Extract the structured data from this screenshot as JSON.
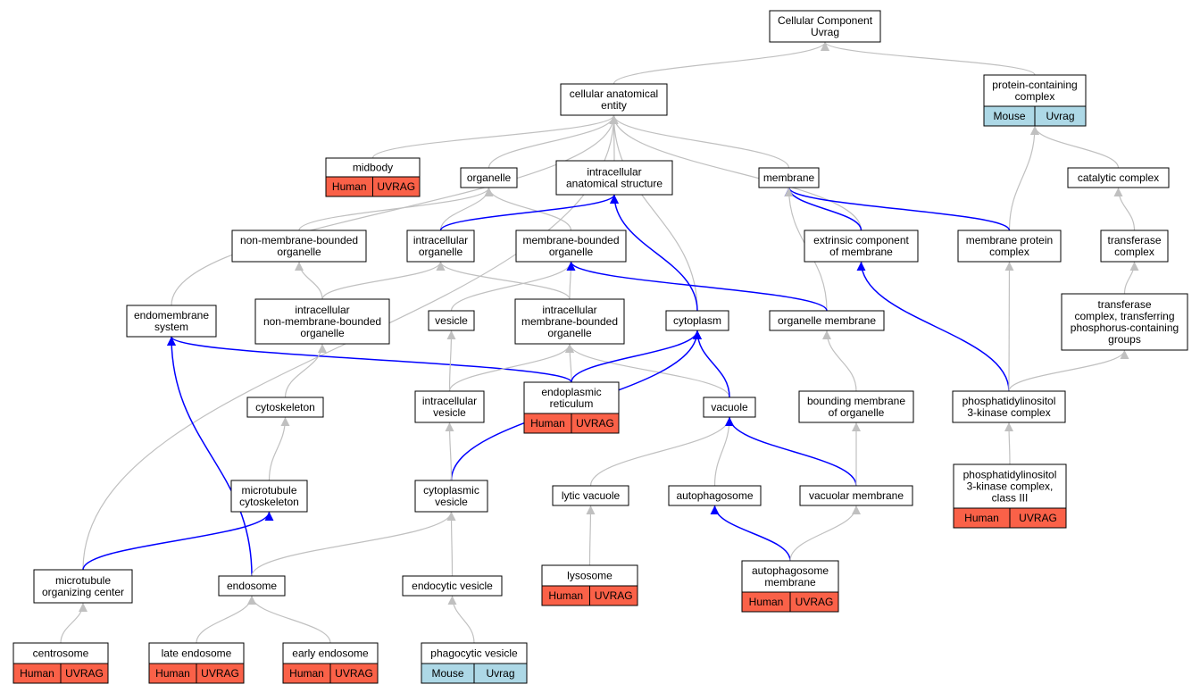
{
  "colors": {
    "human": "#fa6148",
    "mouse": "#add8e6",
    "edge_gray": "#c0c0c0",
    "edge_blue": "#0000ff"
  },
  "nodes": [
    {
      "id": "cellular_component",
      "lines": [
        "Cellular Component",
        "Uvrag"
      ]
    },
    {
      "id": "cellular_anatomical_entity",
      "lines": [
        "cellular anatomical",
        "entity"
      ]
    },
    {
      "id": "protein_containing_complex",
      "lines": [
        "protein-containing",
        "complex"
      ],
      "annotations": [
        "Mouse",
        "Uvrag"
      ]
    },
    {
      "id": "midbody",
      "lines": [
        "midbody"
      ],
      "annotations": [
        "Human",
        "UVRAG"
      ]
    },
    {
      "id": "organelle",
      "lines": [
        "organelle"
      ]
    },
    {
      "id": "intracellular_anatomical_structure",
      "lines": [
        "intracellular",
        "anatomical structure"
      ]
    },
    {
      "id": "membrane",
      "lines": [
        "membrane"
      ]
    },
    {
      "id": "catalytic_complex",
      "lines": [
        "catalytic complex"
      ]
    },
    {
      "id": "non_membrane_bounded_organelle",
      "lines": [
        "non-membrane-bounded",
        "organelle"
      ]
    },
    {
      "id": "intracellular_organelle",
      "lines": [
        "intracellular",
        "organelle"
      ]
    },
    {
      "id": "membrane_bounded_organelle",
      "lines": [
        "membrane-bounded",
        "organelle"
      ]
    },
    {
      "id": "extrinsic_component_of_membrane",
      "lines": [
        "extrinsic component",
        "of membrane"
      ]
    },
    {
      "id": "membrane_protein_complex",
      "lines": [
        "membrane protein",
        "complex"
      ]
    },
    {
      "id": "transferase_complex",
      "lines": [
        "transferase",
        "complex"
      ]
    },
    {
      "id": "endomembrane_system",
      "lines": [
        "endomembrane",
        "system"
      ]
    },
    {
      "id": "intracellular_non_membrane_bounded_organelle",
      "lines": [
        "intracellular",
        "non-membrane-bounded",
        "organelle"
      ]
    },
    {
      "id": "vesicle",
      "lines": [
        "vesicle"
      ]
    },
    {
      "id": "intracellular_membrane_bounded_organelle",
      "lines": [
        "intracellular",
        "membrane-bounded",
        "organelle"
      ]
    },
    {
      "id": "cytoplasm",
      "lines": [
        "cytoplasm"
      ]
    },
    {
      "id": "organelle_membrane",
      "lines": [
        "organelle membrane"
      ]
    },
    {
      "id": "transferase_complex_phosphorus",
      "lines": [
        "transferase",
        "complex, transferring",
        "phosphorus-containing",
        "groups"
      ]
    },
    {
      "id": "cytoskeleton",
      "lines": [
        "cytoskeleton"
      ]
    },
    {
      "id": "intracellular_vesicle",
      "lines": [
        "intracellular",
        "vesicle"
      ]
    },
    {
      "id": "endoplasmic_reticulum",
      "lines": [
        "endoplasmic",
        "reticulum"
      ],
      "annotations": [
        "Human",
        "UVRAG"
      ]
    },
    {
      "id": "vacuole",
      "lines": [
        "vacuole"
      ]
    },
    {
      "id": "bounding_membrane_of_organelle",
      "lines": [
        "bounding membrane",
        "of organelle"
      ]
    },
    {
      "id": "pi3k_complex",
      "lines": [
        "phosphatidylinositol",
        "3-kinase complex"
      ]
    },
    {
      "id": "microtubule_cytoskeleton",
      "lines": [
        "microtubule",
        "cytoskeleton"
      ]
    },
    {
      "id": "cytoplasmic_vesicle",
      "lines": [
        "cytoplasmic",
        "vesicle"
      ]
    },
    {
      "id": "lytic_vacuole",
      "lines": [
        "lytic vacuole"
      ]
    },
    {
      "id": "autophagosome",
      "lines": [
        "autophagosome"
      ]
    },
    {
      "id": "vacuolar_membrane",
      "lines": [
        "vacuolar membrane"
      ]
    },
    {
      "id": "pi3k_complex_class_iii",
      "lines": [
        "phosphatidylinositol",
        "3-kinase complex,",
        "class III"
      ],
      "annotations": [
        "Human",
        "UVRAG"
      ]
    },
    {
      "id": "lysosome",
      "lines": [
        "lysosome"
      ],
      "annotations": [
        "Human",
        "UVRAG"
      ]
    },
    {
      "id": "microtubule_organizing_center",
      "lines": [
        "microtubule",
        "organizing center"
      ]
    },
    {
      "id": "endosome",
      "lines": [
        "endosome"
      ]
    },
    {
      "id": "endocytic_vesicle",
      "lines": [
        "endocytic vesicle"
      ]
    },
    {
      "id": "autophagosome_membrane",
      "lines": [
        "autophagosome",
        "membrane"
      ],
      "annotations": [
        "Human",
        "UVRAG"
      ]
    },
    {
      "id": "centrosome",
      "lines": [
        "centrosome"
      ],
      "annotations": [
        "Human",
        "UVRAG"
      ]
    },
    {
      "id": "late_endosome",
      "lines": [
        "late endosome"
      ],
      "annotations": [
        "Human",
        "UVRAG"
      ]
    },
    {
      "id": "early_endosome",
      "lines": [
        "early endosome"
      ],
      "annotations": [
        "Human",
        "UVRAG"
      ]
    },
    {
      "id": "phagocytic_vesicle",
      "lines": [
        "phagocytic vesicle"
      ],
      "annotations": [
        "Mouse",
        "Uvrag"
      ]
    }
  ],
  "edges": [
    {
      "from": "cellular_anatomical_entity",
      "to": "cellular_component",
      "color": "gray"
    },
    {
      "from": "protein_containing_complex",
      "to": "cellular_component",
      "color": "gray"
    },
    {
      "from": "midbody",
      "to": "cellular_anatomical_entity",
      "color": "gray"
    },
    {
      "from": "organelle",
      "to": "cellular_anatomical_entity",
      "color": "gray"
    },
    {
      "from": "intracellular_anatomical_structure",
      "to": "cellular_anatomical_entity",
      "color": "gray"
    },
    {
      "from": "membrane",
      "to": "cellular_anatomical_entity",
      "color": "gray"
    },
    {
      "from": "endomembrane_system",
      "to": "cellular_anatomical_entity",
      "color": "gray"
    },
    {
      "from": "microtubule_organizing_center",
      "to": "cellular_anatomical_entity",
      "color": "gray"
    },
    {
      "from": "cytoplasm",
      "to": "cellular_anatomical_entity",
      "color": "gray"
    },
    {
      "from": "extrinsic_component_of_membrane",
      "to": "cellular_anatomical_entity",
      "color": "gray"
    },
    {
      "from": "catalytic_complex",
      "to": "protein_containing_complex",
      "color": "gray"
    },
    {
      "from": "membrane_protein_complex",
      "to": "protein_containing_complex",
      "color": "gray"
    },
    {
      "from": "non_membrane_bounded_organelle",
      "to": "organelle",
      "color": "gray"
    },
    {
      "from": "intracellular_organelle",
      "to": "organelle",
      "color": "gray"
    },
    {
      "from": "membrane_bounded_organelle",
      "to": "organelle",
      "color": "gray"
    },
    {
      "from": "intracellular_organelle",
      "to": "intracellular_anatomical_structure",
      "color": "blue"
    },
    {
      "from": "cytoplasm",
      "to": "intracellular_anatomical_structure",
      "color": "blue"
    },
    {
      "from": "extrinsic_component_of_membrane",
      "to": "membrane",
      "color": "blue"
    },
    {
      "from": "membrane_protein_complex",
      "to": "membrane",
      "color": "blue"
    },
    {
      "from": "organelle_membrane",
      "to": "membrane",
      "color": "gray"
    },
    {
      "from": "transferase_complex",
      "to": "catalytic_complex",
      "color": "gray"
    },
    {
      "from": "intracellular_non_membrane_bounded_organelle",
      "to": "non_membrane_bounded_organelle",
      "color": "gray"
    },
    {
      "from": "intracellular_non_membrane_bounded_organelle",
      "to": "intracellular_organelle",
      "color": "gray"
    },
    {
      "from": "intracellular_membrane_bounded_organelle",
      "to": "intracellular_organelle",
      "color": "gray"
    },
    {
      "from": "intracellular_membrane_bounded_organelle",
      "to": "membrane_bounded_organelle",
      "color": "gray"
    },
    {
      "from": "vesicle",
      "to": "membrane_bounded_organelle",
      "color": "gray"
    },
    {
      "from": "organelle_membrane",
      "to": "membrane_bounded_organelle",
      "color": "blue"
    },
    {
      "from": "pi3k_complex",
      "to": "extrinsic_component_of_membrane",
      "color": "blue"
    },
    {
      "from": "pi3k_complex",
      "to": "membrane_protein_complex",
      "color": "gray"
    },
    {
      "from": "transferase_complex_phosphorus",
      "to": "transferase_complex",
      "color": "gray"
    },
    {
      "from": "pi3k_complex",
      "to": "transferase_complex_phosphorus",
      "color": "gray"
    },
    {
      "from": "endoplasmic_reticulum",
      "to": "endomembrane_system",
      "color": "blue"
    },
    {
      "from": "endosome",
      "to": "endomembrane_system",
      "color": "blue"
    },
    {
      "from": "cytoskeleton",
      "to": "intracellular_non_membrane_bounded_organelle",
      "color": "gray"
    },
    {
      "from": "intracellular_vesicle",
      "to": "vesicle",
      "color": "gray"
    },
    {
      "from": "intracellular_vesicle",
      "to": "intracellular_membrane_bounded_organelle",
      "color": "gray"
    },
    {
      "from": "endoplasmic_reticulum",
      "to": "intracellular_membrane_bounded_organelle",
      "color": "gray"
    },
    {
      "from": "vacuole",
      "to": "intracellular_membrane_bounded_organelle",
      "color": "gray"
    },
    {
      "from": "endoplasmic_reticulum",
      "to": "cytoplasm",
      "color": "blue"
    },
    {
      "from": "vacuole",
      "to": "cytoplasm",
      "color": "blue"
    },
    {
      "from": "cytoplasmic_vesicle",
      "to": "cytoplasm",
      "color": "blue"
    },
    {
      "from": "bounding_membrane_of_organelle",
      "to": "organelle_membrane",
      "color": "gray"
    },
    {
      "from": "microtubule_cytoskeleton",
      "to": "cytoskeleton",
      "color": "gray"
    },
    {
      "from": "cytoplasmic_vesicle",
      "to": "intracellular_vesicle",
      "color": "gray"
    },
    {
      "from": "lytic_vacuole",
      "to": "vacuole",
      "color": "gray"
    },
    {
      "from": "autophagosome",
      "to": "vacuole",
      "color": "gray"
    },
    {
      "from": "vacuolar_membrane",
      "to": "vacuole",
      "color": "blue"
    },
    {
      "from": "vacuolar_membrane",
      "to": "bounding_membrane_of_organelle",
      "color": "gray"
    },
    {
      "from": "pi3k_complex_class_iii",
      "to": "pi3k_complex",
      "color": "gray"
    },
    {
      "from": "microtubule_organizing_center",
      "to": "microtubule_cytoskeleton",
      "color": "blue"
    },
    {
      "from": "endosome",
      "to": "cytoplasmic_vesicle",
      "color": "gray"
    },
    {
      "from": "endocytic_vesicle",
      "to": "cytoplasmic_vesicle",
      "color": "gray"
    },
    {
      "from": "lysosome",
      "to": "lytic_vacuole",
      "color": "gray"
    },
    {
      "from": "autophagosome_membrane",
      "to": "autophagosome",
      "color": "blue"
    },
    {
      "from": "autophagosome_membrane",
      "to": "vacuolar_membrane",
      "color": "gray"
    },
    {
      "from": "centrosome",
      "to": "microtubule_organizing_center",
      "color": "gray"
    },
    {
      "from": "late_endosome",
      "to": "endosome",
      "color": "gray"
    },
    {
      "from": "early_endosome",
      "to": "endosome",
      "color": "gray"
    },
    {
      "from": "phagocytic_vesicle",
      "to": "endocytic_vesicle",
      "color": "gray"
    }
  ]
}
